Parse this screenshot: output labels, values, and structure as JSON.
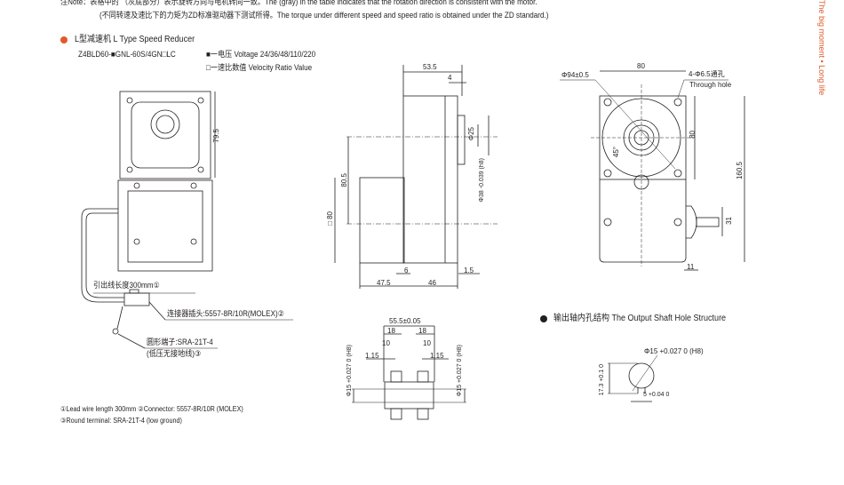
{
  "note": {
    "line1": "注Note：表格中的      （灰底部分）表示旋转方向与电机转向一致。The       (gray) in the table indicates that the rotation direction is consistent with the motor.",
    "line2": "(不同转速及速比下的力矩为ZD标准驱动器下测试所得。The torque under different speed and speed ratio is obtained under the ZD standard.)"
  },
  "section_title": "L型减速机 L Type Speed Reducer",
  "model": "Z4BLD60-■GNL-60S/4GN□LC",
  "legend": {
    "voltage": "■一电压 Voltage 24/36/48/110/220",
    "ratio": "□一速比数值 Velocity Ratio Value"
  },
  "front_view": {
    "dim_height": "79.5",
    "lead_wire": "引出线长度300mm①",
    "connector": "连接器插头:5557-8R/10R(MOLEX)②",
    "terminal": "圆形端子:SRA-21T-4",
    "terminal_note": "(低压无接地线)③"
  },
  "footnotes": {
    "line1": "①Lead wire length 300mm  ②Connector: 5557-8R/10R (MOLEX)",
    "line2": "③Round terminal: SRA-21T-4 (low ground)"
  },
  "side_view": {
    "d_53_5": "53.5",
    "d_4": "4",
    "d_phi25": "Φ25",
    "d_phi38": "Φ38 -0.039 (h8)",
    "d_80_5": "80.5",
    "d_sq80": "□80",
    "d_6": "6",
    "d_1_5": "1.5",
    "d_47_5": "47.5",
    "d_46": "46"
  },
  "rear_view": {
    "d_80_top": "80",
    "d_phi94": "Φ94±0.5",
    "holes": "4-Φ6.5通孔",
    "holes_en": "Through hole",
    "d_80_side": "80",
    "d_45": "45°",
    "d_160_5": "160.5",
    "d_31": "31",
    "d_11": "11"
  },
  "section_view": {
    "d_55_5": "55.5±0.05",
    "d_18a": "18",
    "d_18b": "18",
    "d_10a": "10",
    "d_10b": "10",
    "d_1_15a": "1.15",
    "d_1_15b": "1.15",
    "d_phi15_left": "Φ15 +0.027 0 (H8)",
    "d_phi15_right": "Φ15 +0.027 0 (H8)"
  },
  "shaft_hole": {
    "title": "输出轴内孔结构 The Output Shaft Hole Structure",
    "d_phi15": "Φ15 +0.027 0 (H8)",
    "d_17_3": "17.3 +0.1 0",
    "d_5": "5 +0.04 0"
  },
  "side_banner": "The big moment • Long life",
  "colors": {
    "accent": "#e05a2a",
    "text": "#231f20"
  }
}
